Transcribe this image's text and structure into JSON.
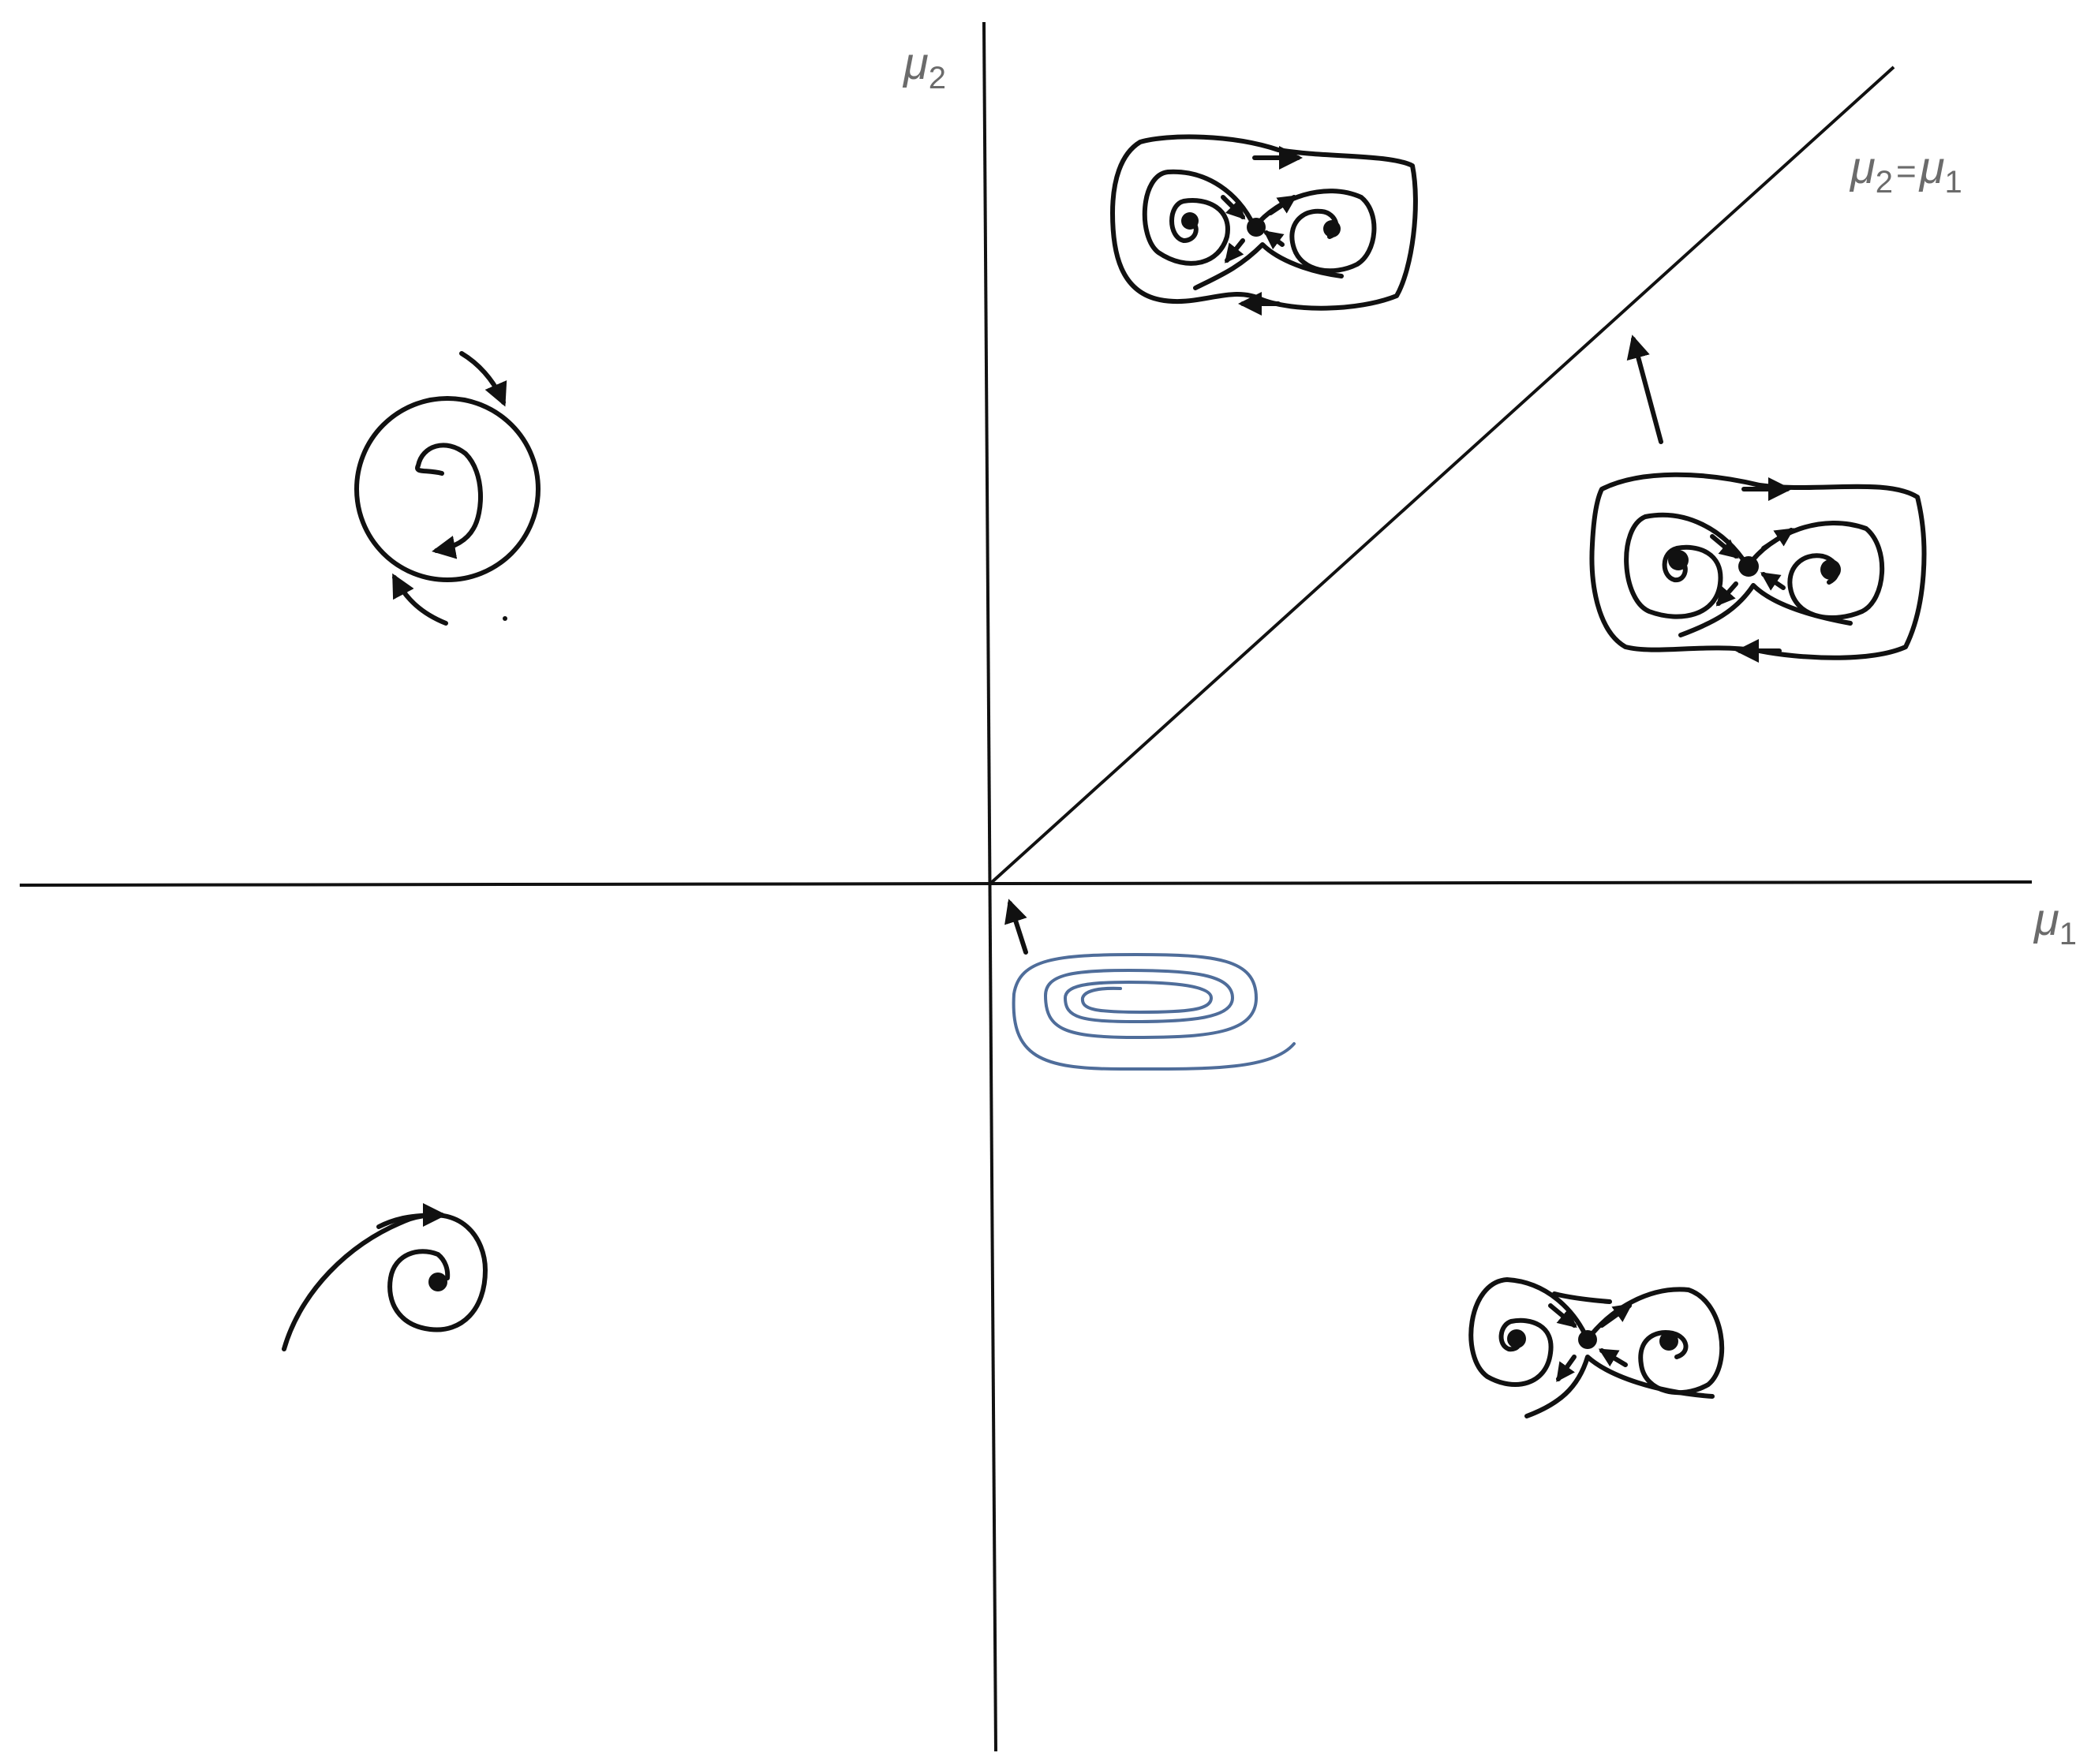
{
  "diagram": {
    "axes": {
      "x_label": {
        "symbol": "μ",
        "sub": "1"
      },
      "y_label": {
        "symbol": "μ",
        "sub": "2"
      }
    },
    "line_label": {
      "lhs_symbol": "μ",
      "lhs_sub": "2",
      "eq": "=",
      "rhs_symbol": "μ",
      "rhs_sub": "1"
    },
    "colors": {
      "ink": "#111111",
      "label": "#6b6b6b",
      "highlight_orbit": "#4f6d9a"
    }
  }
}
